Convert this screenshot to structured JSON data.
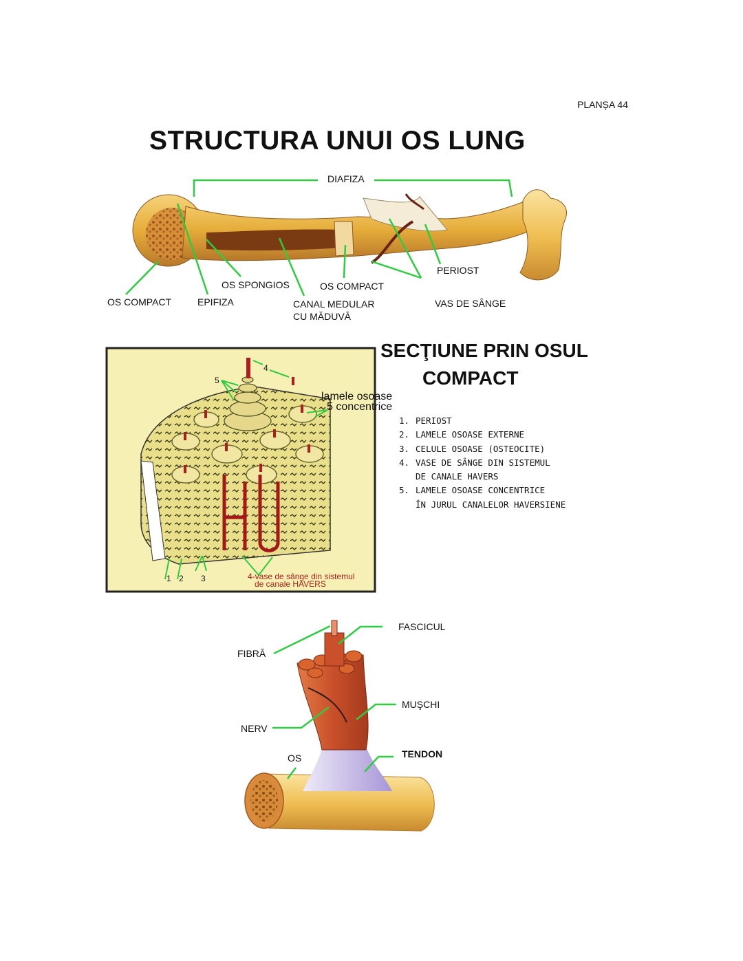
{
  "page_label": "PLANȘA 44",
  "title": "STRUCTURA UNUI OS LUNG",
  "bone_labels": {
    "diafiza": "DIAFIZA",
    "os_compact_left": "OS COMPACT",
    "epifiza": "EPIFIZA",
    "os_spongios": "OS SPONGIOS",
    "os_compact_mid": "OS COMPACT",
    "canal_medular_1": "CANAL MEDULAR",
    "canal_medular_2": "CU MĂDUVĂ",
    "periost": "PERIOST",
    "vas_de_sange": "VAS DE SÂNGE"
  },
  "section": {
    "title_1": "SECŢIUNE PRIN OSUL",
    "title_2": "COMPACT",
    "diagram_labels": {
      "lamele_1": "lamele osoase",
      "lamele_2": "5 concentrice",
      "n5": "5",
      "n4": "4",
      "n1": "1",
      "n2": "2",
      "n3": "3",
      "vase_1": "4-vase de sânge din sistemul",
      "vase_2": "de canale HAVERS"
    },
    "legend": [
      {
        "num": "1.",
        "text": "PERIOST"
      },
      {
        "num": "2.",
        "text": "LAMELE OSOASE EXTERNE"
      },
      {
        "num": "3.",
        "text": "CELULE OSOASE (OSTEOCITE)"
      },
      {
        "num": "4.",
        "text": "VASE DE SÂNGE DIN SISTEMUL"
      },
      {
        "num": "",
        "text": "DE CANALE HAVERS"
      },
      {
        "num": "5.",
        "text": "LAMELE OSOASE CONCENTRICE"
      },
      {
        "num": "",
        "text": "ÎN JURUL CANALELOR HAVERSIENE"
      }
    ]
  },
  "muscle_labels": {
    "fascicul": "FASCICUL",
    "fibra": "FIBRĂ",
    "muschi": "MUŞCHI",
    "nerv": "NERV",
    "os": "OS",
    "tendon": "TENDON"
  },
  "colors": {
    "leader_line": "#2ecc40",
    "bone": "#e8b83c",
    "bone_dark": "#b8782a",
    "marrow": "#7a3a12",
    "muscle": "#c8542c",
    "tendon": "#c9c0e6",
    "section_bg": "#f7f0b4",
    "vessel": "#b01d1d"
  }
}
